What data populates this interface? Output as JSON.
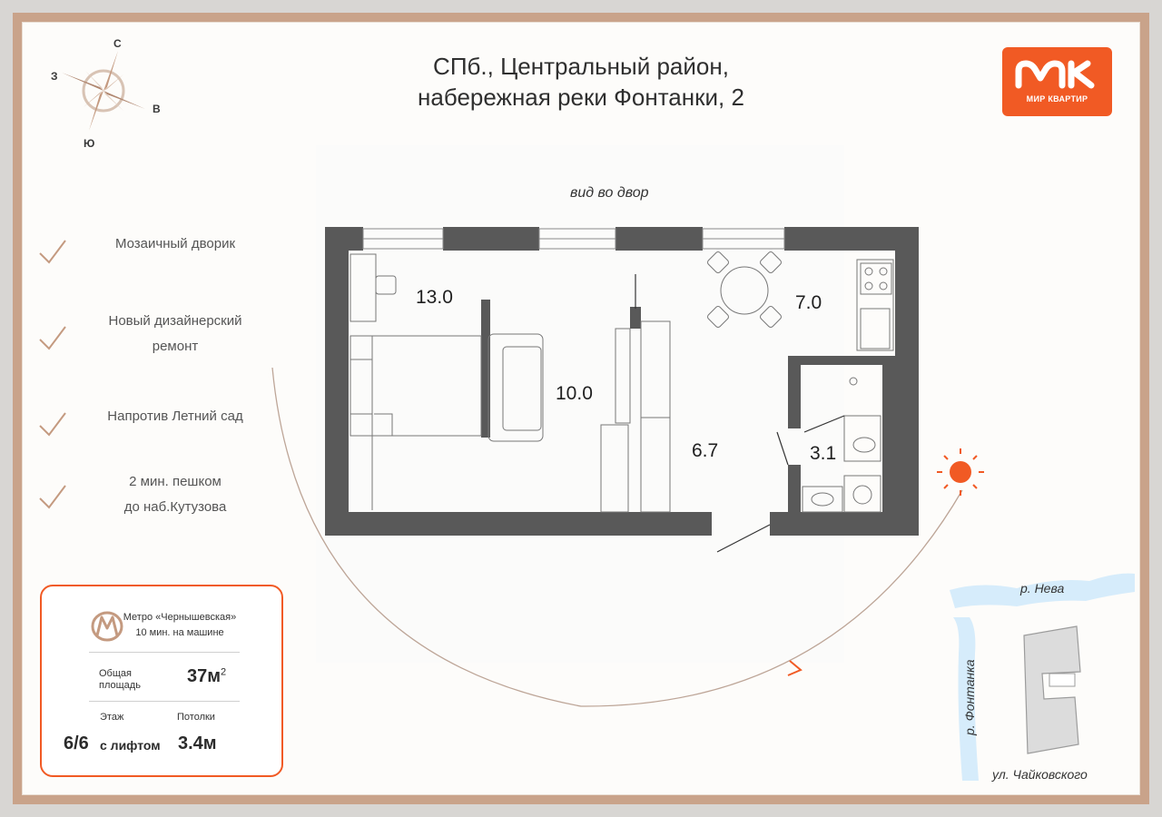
{
  "header": {
    "address_line1": "СПб., Центральный район,",
    "address_line2": "набережная реки Фонтанки, 2"
  },
  "logo": {
    "text": "МИР КВАРТИР",
    "color": "#f15a24"
  },
  "compass": {
    "north": "С",
    "south": "Ю",
    "west": "З",
    "east": "В"
  },
  "features": [
    {
      "line1": "Мозаичный дворик",
      "line2": "",
      "icon": "check-icon"
    },
    {
      "line1": "Новый дизайнерский",
      "line2": "ремонт",
      "icon": "check-icon"
    },
    {
      "line1": "Напротив Летний сад",
      "line2": "",
      "icon": "check-icon"
    },
    {
      "line1": "2 мин. пешком",
      "line2": "до наб.Кутузова",
      "icon": "check-icon"
    }
  ],
  "info_card": {
    "metro_name": "Метро «Чернышевская»",
    "metro_time": "10 мин. на машине",
    "total_area_label_1": "Общая",
    "total_area_label_2": "площадь",
    "total_area_value": "37м",
    "total_area_unit_sup": "2",
    "floor_label": "Этаж",
    "floor_value": "6/6",
    "floor_suffix": "с лифтом",
    "ceiling_label": "Потолки",
    "ceiling_value": "3.4м"
  },
  "plan": {
    "view_label": "вид во двор",
    "rooms": [
      {
        "area": "13.0"
      },
      {
        "area": "10.0"
      },
      {
        "area": "7.0"
      },
      {
        "area": "6.7"
      },
      {
        "area": "3.1"
      }
    ]
  },
  "map": {
    "neva": "р. Нева",
    "fontanka": "р. Фонтанка",
    "street": "ул. Чайковского"
  },
  "colors": {
    "accent": "#f15a24",
    "wall": "#595959",
    "frame": "#c9a38a",
    "river": "#d6ecfb"
  }
}
